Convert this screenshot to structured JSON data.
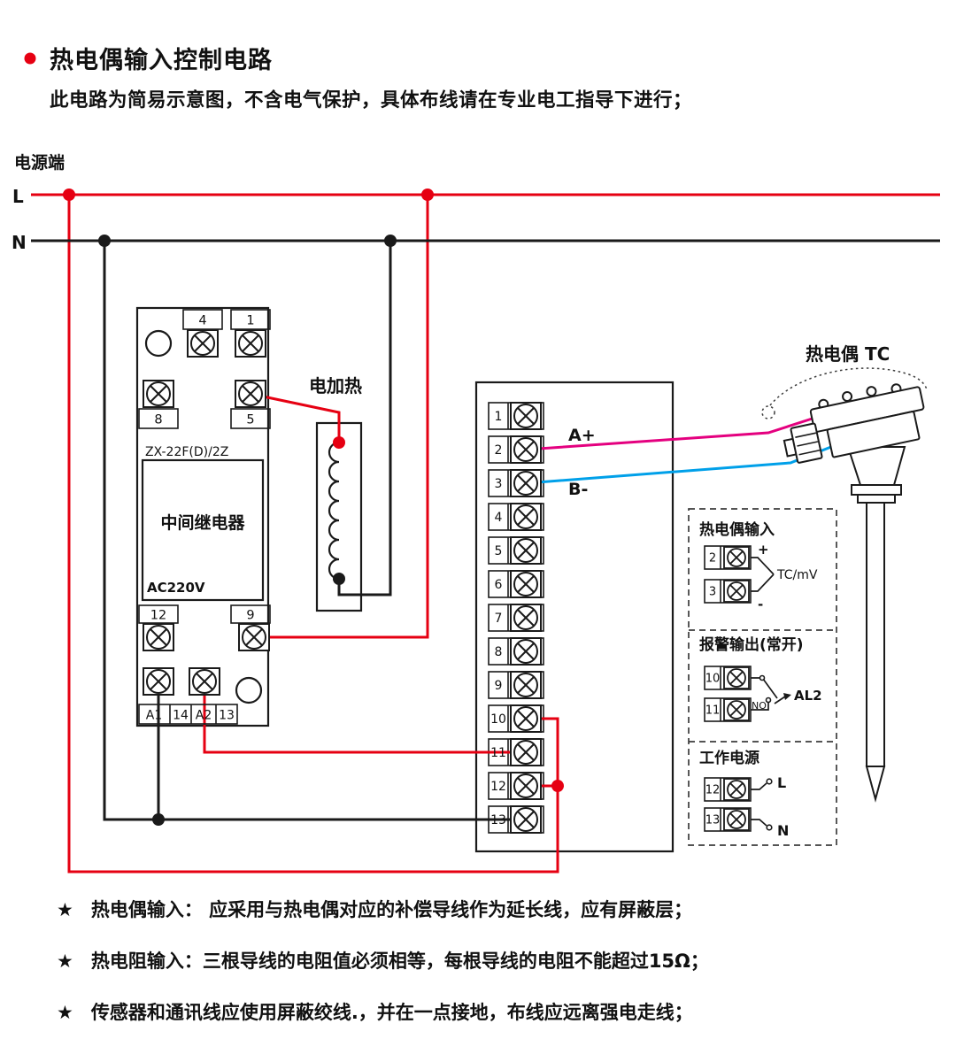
{
  "header": {
    "title": "热电偶输入控制电路",
    "subtitle": "此电路为简易示意图，不含电气保护，具体布线请在专业电工指导下进行；"
  },
  "power": {
    "label": "电源端",
    "line_l": "L",
    "line_n": "N"
  },
  "relay": {
    "model": "ZX-22F(D)/2Z",
    "name": "中间继电器",
    "voltage": "AC220V",
    "t4": "4",
    "t1": "1",
    "t8": "8",
    "t5": "5",
    "t12": "12",
    "t9": "9",
    "a1": "A1",
    "t14": "14",
    "a2": "A2",
    "t13": "13"
  },
  "heater": {
    "label": "电加热"
  },
  "terminal_block": {
    "numbers": [
      "1",
      "2",
      "3",
      "4",
      "5",
      "6",
      "7",
      "8",
      "9",
      "10",
      "11",
      "12",
      "13"
    ],
    "a_plus": "A+",
    "b_minus": "B-"
  },
  "thermocouple": {
    "label": "热电偶 TC"
  },
  "legend": {
    "tc_input": {
      "title": "热电偶输入",
      "t2": "2",
      "t3": "3",
      "plus": "+",
      "minus": "-",
      "signal": "TC/mV"
    },
    "alarm": {
      "title": "报警输出(常开)",
      "t10": "10",
      "t11": "11",
      "no_label": "NO",
      "al2": "AL2"
    },
    "work_power": {
      "title": "工作电源",
      "t12": "12",
      "t13": "13",
      "l": "L",
      "n": "N"
    }
  },
  "notes": {
    "star": "★",
    "items": [
      "热电偶输入： 应采用与热电偶对应的补偿导线作为延长线，应有屏蔽层；",
      "热电阻输入：三根导线的电阻值必须相等，每根导线的电阻不能超过15Ω；",
      "传感器和通讯线应使用屏蔽绞线.，并在一点接地，布线应远离强电走线；"
    ]
  },
  "colors": {
    "wire_live": "#e60012",
    "wire_neutral": "#1a1a1a",
    "wire_tc_plus": "#e4007f",
    "wire_tc_minus": "#00a0e9"
  }
}
